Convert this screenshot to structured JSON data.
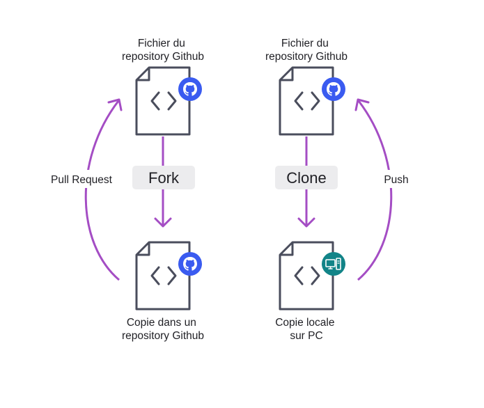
{
  "colors": {
    "arrow": "#a44dc4",
    "file_stroke": "#4a4d5c",
    "github_badge": "#3a5bf0",
    "pc_badge": "#128488",
    "pill_bg": "#ececee",
    "text": "#1f1f24"
  },
  "left": {
    "top_label": [
      "Fichier du",
      "repository Github"
    ],
    "bottom_label": [
      "Copie dans un",
      "repository Github"
    ],
    "action": "Fork",
    "return_action": "Pull Request",
    "top_badge_icon": "github-icon",
    "bottom_badge_icon": "github-icon"
  },
  "right": {
    "top_label": [
      "Fichier du",
      "repository Github"
    ],
    "bottom_label": [
      "Copie locale",
      "sur PC"
    ],
    "action": "Clone",
    "return_action": "Push",
    "top_badge_icon": "github-icon",
    "bottom_badge_icon": "computer-icon"
  }
}
